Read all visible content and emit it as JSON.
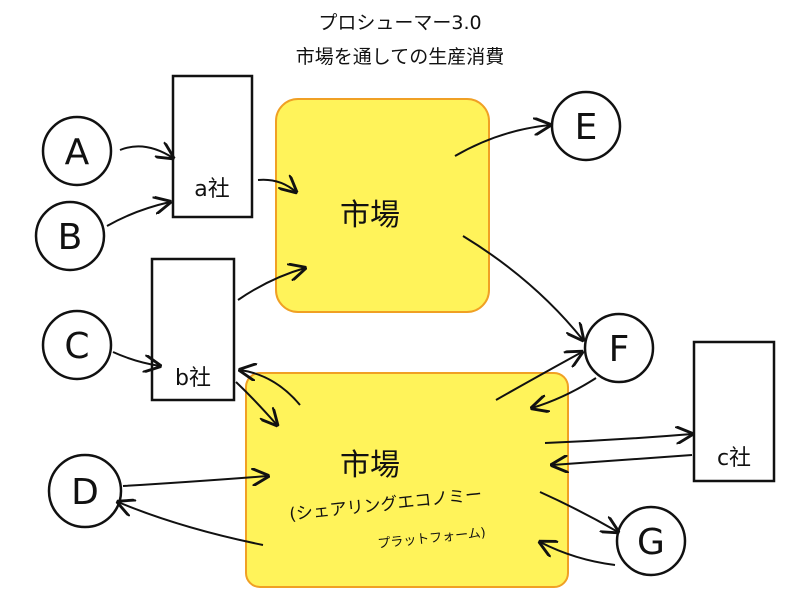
{
  "title": {
    "line1": "プロシューマー3.0",
    "line2": "市場を通しての生産消費"
  },
  "nodes": {
    "A": "A",
    "B": "B",
    "C": "C",
    "D": "D",
    "E": "E",
    "F": "F",
    "G": "G"
  },
  "companies": {
    "a": "a社",
    "b": "b社",
    "c": "c社"
  },
  "markets": {
    "upper": "市場",
    "lower": "市場",
    "lower_sub1": "(シェアリングエコノミー",
    "lower_sub2": "プラットフォーム)"
  },
  "colors": {
    "market_fill": "#fff35a",
    "market_stroke": "#f0a024",
    "line": "#111111"
  }
}
